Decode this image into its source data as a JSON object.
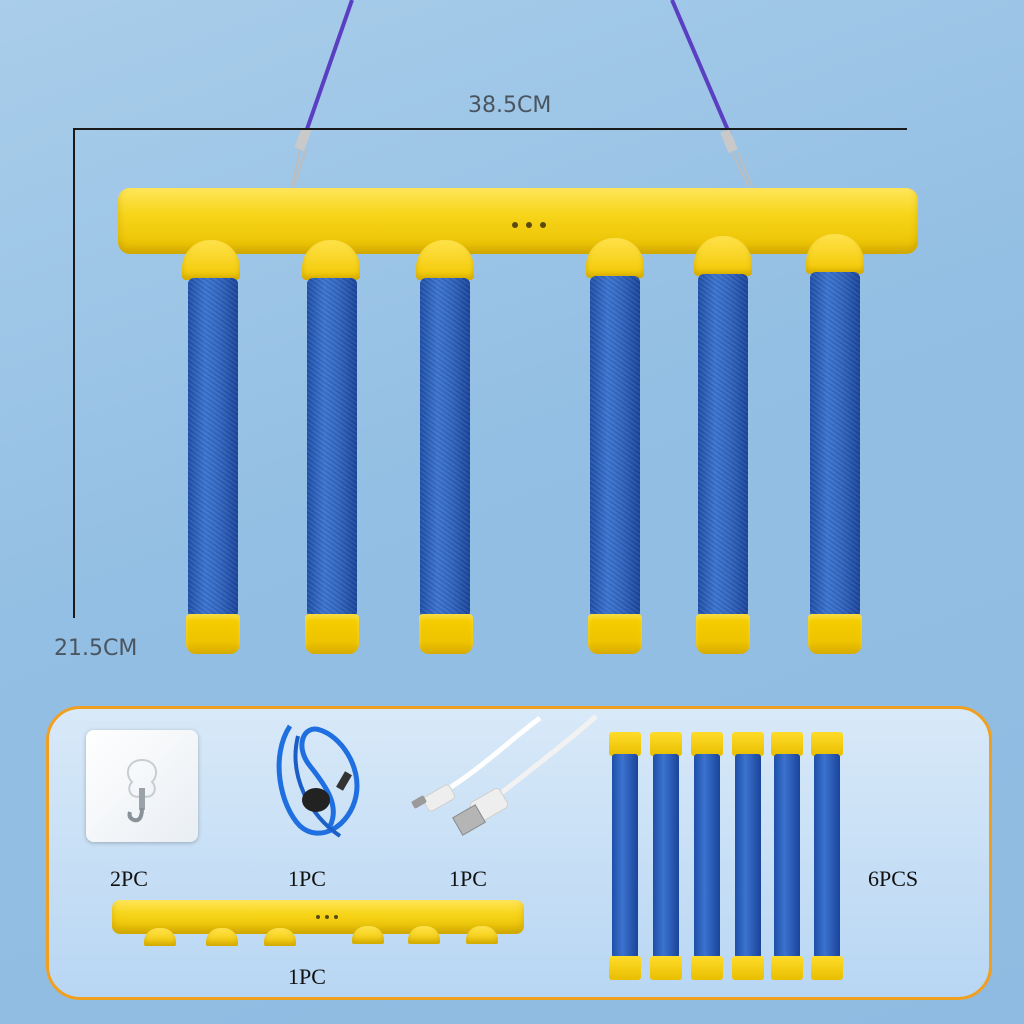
{
  "dimensions": {
    "width_label": "38.5CM",
    "height_label": "21.5CM"
  },
  "accessories": {
    "hook_qty": "2PC",
    "lanyard_qty": "1PC",
    "cable_qty": "1PC",
    "bar_qty": "1PC",
    "tubes_qty": "6PCS"
  },
  "colors": {
    "yellow": "#f7d51a",
    "blue": "#2f63bd",
    "rope": "#5a3fc2",
    "panel_border": "#f0a020"
  },
  "icons": [
    "hook-icon",
    "lanyard-icon",
    "usb-cable-icon"
  ]
}
